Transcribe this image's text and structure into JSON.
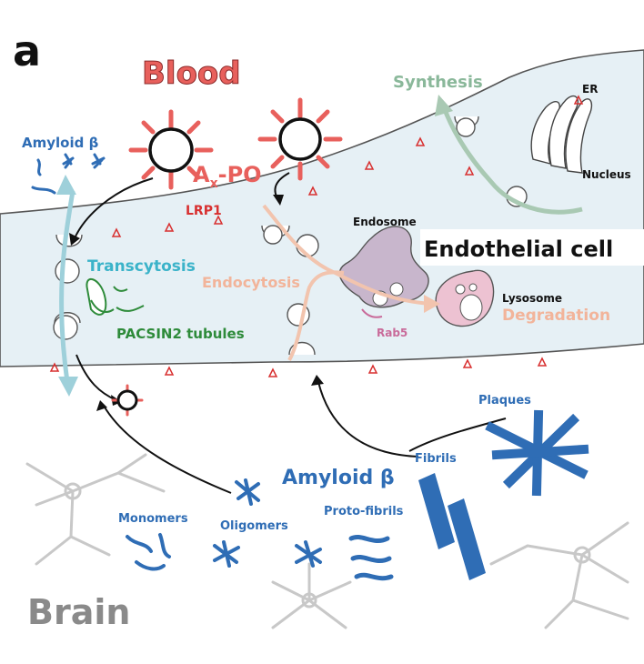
{
  "panel_letter": "a",
  "regions": {
    "blood": "Blood",
    "brain": "Brain",
    "cell": "Endothelial cell"
  },
  "labels": {
    "amyloid_top": "Amyloid β",
    "ax_po_main": "A",
    "ax_po_sub": "x",
    "ax_po_tail": "-PO",
    "lrp1": "LRP1",
    "synthesis": "Synthesis",
    "er": "ER",
    "nucleus": "Nucleus",
    "endosome": "Endosome",
    "transcytosis": "Transcytosis",
    "endocytosis": "Endocytosis",
    "lysosome": "Lysosome",
    "degradation": "Degradation",
    "rab5": "Rab5",
    "pacsin2": "PACSIN2 tubules",
    "plaques": "Plaques",
    "fibrils": "Fibrils",
    "amyloid_brain": "Amyloid β",
    "protofibrils": "Proto-fibrils",
    "monomers": "Monomers",
    "oligomers": "Oligomers"
  },
  "colors": {
    "blood": "#e8605c",
    "amyloid": "#2f6db5",
    "transcytosis": "#3bb3c9",
    "pacsin": "#2e8b3a",
    "synthesis": "#8ab89a",
    "endocytosis": "#f2b49a",
    "rab5": "#c96b9a",
    "cell_fill": "#e6f0f5",
    "nucleus": "#9eb8a8",
    "endosome": "#c8b6cc",
    "lysosome": "#edc2d2",
    "neuron": "#c8c8c8",
    "brain_text": "#8a8a8a",
    "receptor": "#d83030"
  }
}
